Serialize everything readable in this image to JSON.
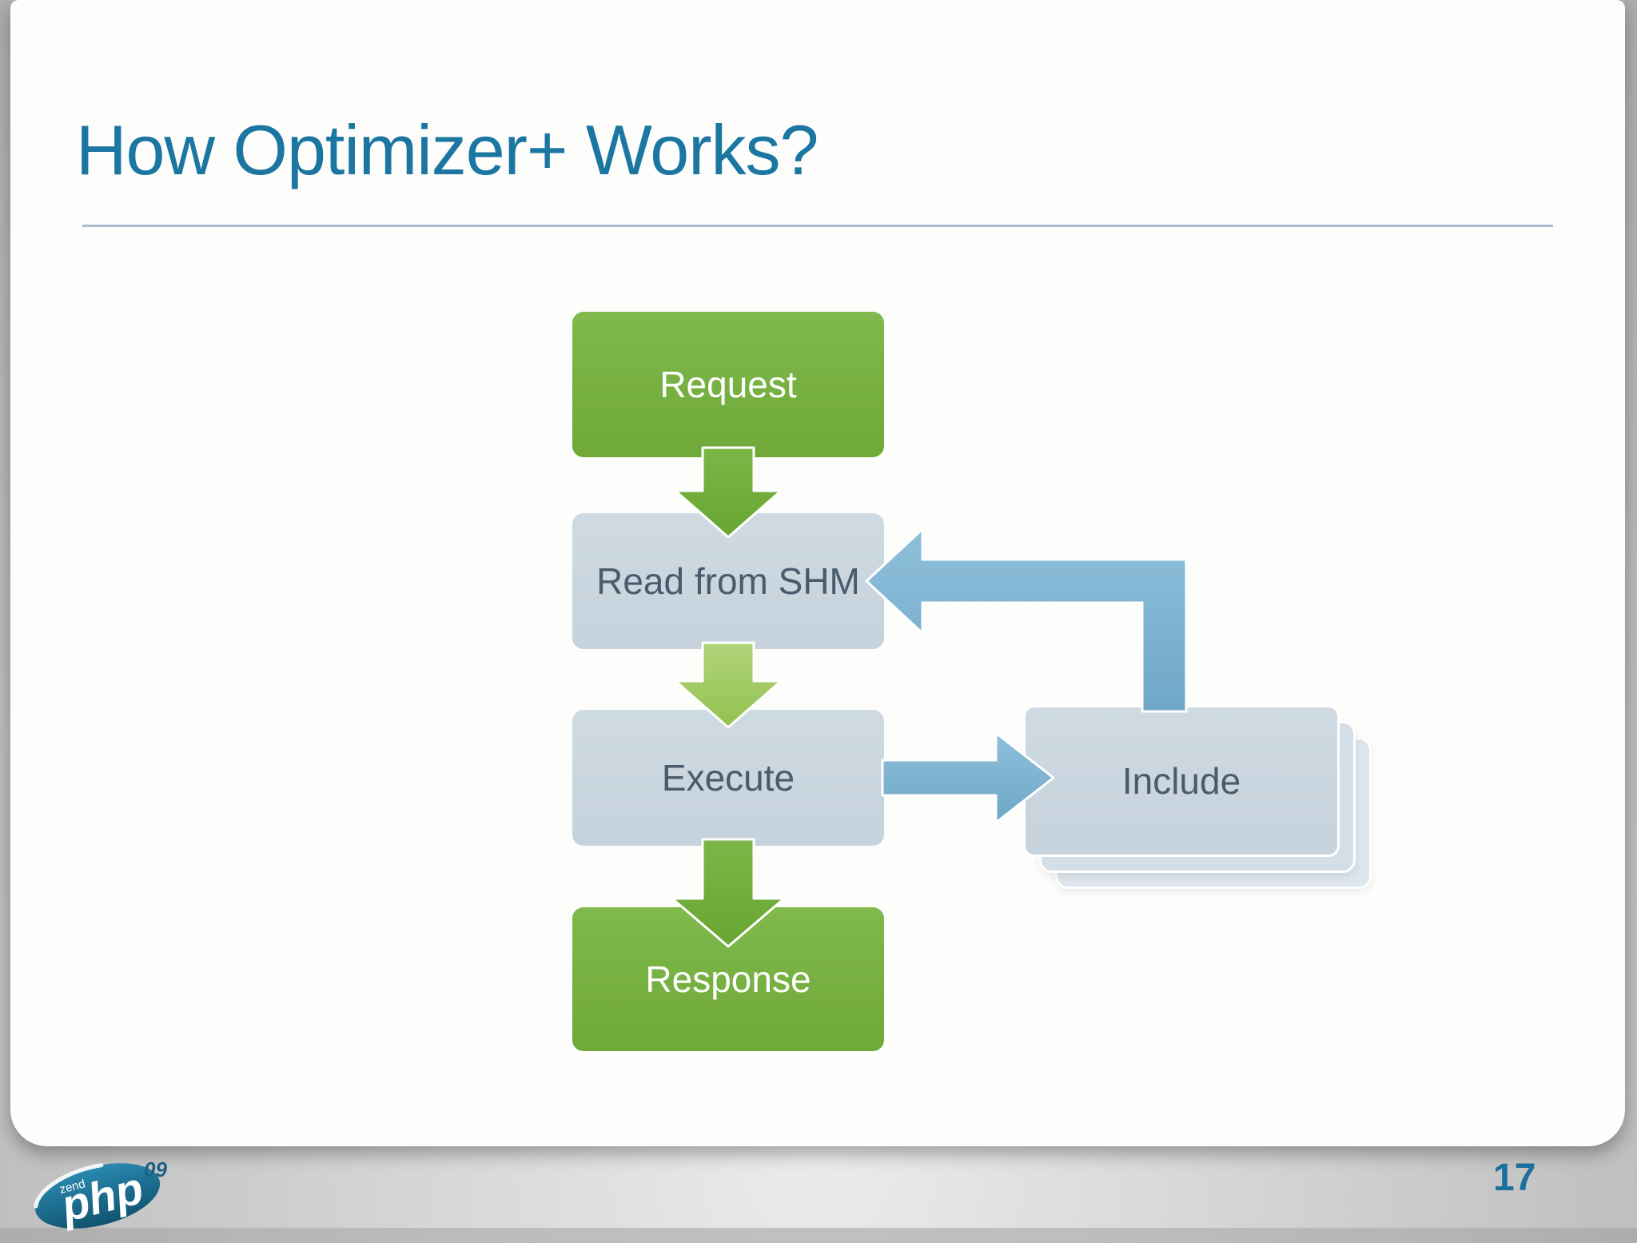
{
  "slide": {
    "title": "How Optimizer+ Works?",
    "page_number": "17"
  },
  "diagram": {
    "nodes": [
      {
        "id": "request",
        "label": "Request",
        "style": "green"
      },
      {
        "id": "read-shm",
        "label": "Read from SHM",
        "style": "gray"
      },
      {
        "id": "execute",
        "label": "Execute",
        "style": "gray"
      },
      {
        "id": "response",
        "label": "Response",
        "style": "green"
      },
      {
        "id": "include",
        "label": "Include",
        "style": "gray-stacked"
      }
    ],
    "edges": [
      {
        "from": "request",
        "to": "read-shm",
        "color": "green"
      },
      {
        "from": "read-shm",
        "to": "execute",
        "color": "light-green"
      },
      {
        "from": "execute",
        "to": "response",
        "color": "green"
      },
      {
        "from": "execute",
        "to": "include",
        "color": "blue"
      },
      {
        "from": "include",
        "to": "read-shm",
        "color": "blue"
      }
    ]
  },
  "footer": {
    "logo": {
      "top_label": "zend",
      "brand": "php",
      "badge": "09"
    }
  },
  "colors": {
    "title": "#1b76a1",
    "divider": "#a9bdd3",
    "green_box": "#77b23f",
    "gray_box": "#cdd9e2",
    "green_arrow": "#73ae3e",
    "light_green_arrow": "#a4cd66",
    "blue_arrow": "#7fb3d2",
    "box_text_dark": "#4a5b6e",
    "box_text_light": "#ffffff"
  }
}
